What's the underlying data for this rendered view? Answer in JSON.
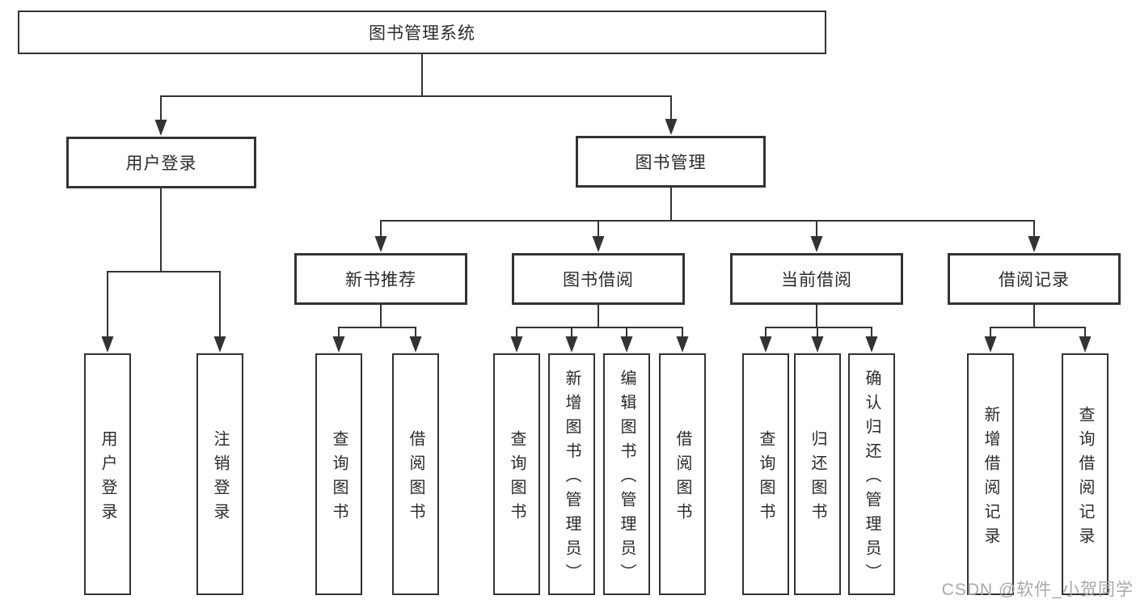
{
  "diagram": {
    "root": "图书管理系统",
    "branches": [
      {
        "label": "用户登录",
        "children": [
          "用户登录",
          "注销登录"
        ]
      },
      {
        "label": "图书管理",
        "groups": [
          {
            "label": "新书推荐",
            "children": [
              "查询图书",
              "借阅图书"
            ]
          },
          {
            "label": "图书借阅",
            "children": [
              "查询图书",
              "新增图书（管理员）",
              "编辑图书（管理员）",
              "借阅图书"
            ]
          },
          {
            "label": "当前借阅",
            "children": [
              "查询图书",
              "归还图书",
              "确认归还（管理员）"
            ]
          },
          {
            "label": "借阅记录",
            "children": [
              "新增借阅记录",
              "查询借阅记录"
            ]
          }
        ]
      }
    ]
  },
  "watermark": "CSDN @软件_小贺同学",
  "colors": {
    "line": "#333333",
    "text": "#2b2b2b",
    "watermark": "#a9a9a9",
    "background": "#ffffff"
  }
}
